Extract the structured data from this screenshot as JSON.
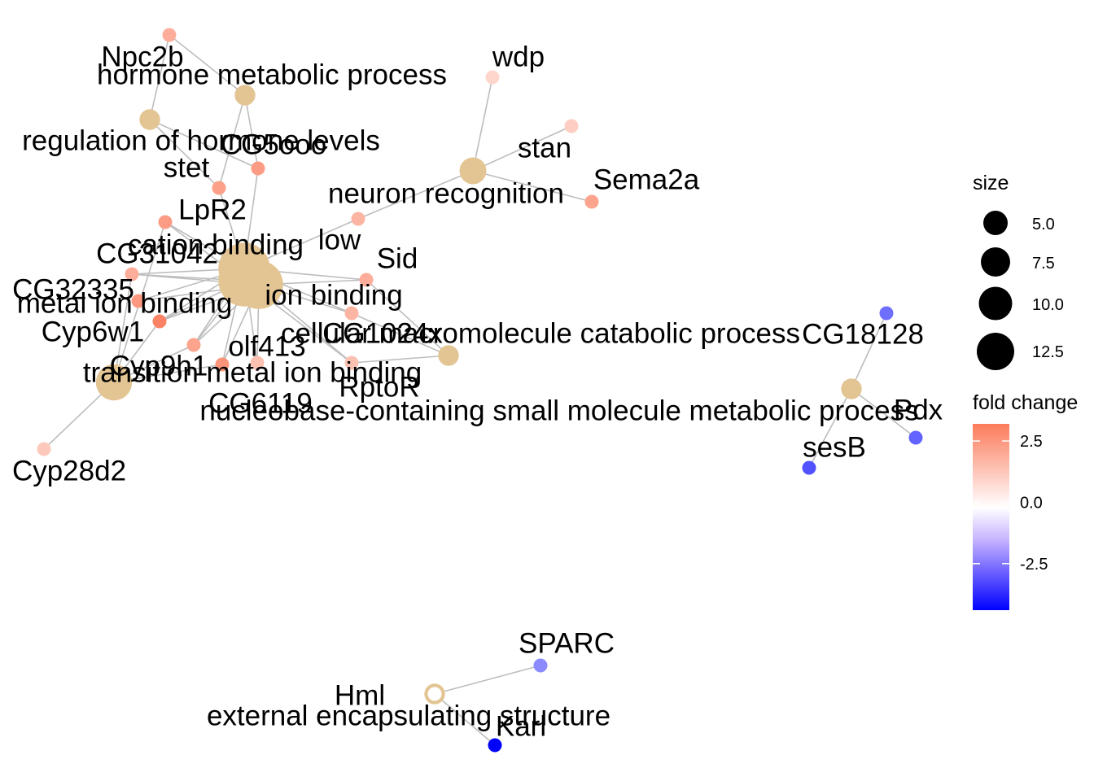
{
  "colors": {
    "term_node": "#e3c594",
    "edge": "#bdbdbd",
    "fold_change_high": "#fb7b5b",
    "fold_change_mid": "#ffffff",
    "fold_change_low": "#0000ff"
  },
  "terms": [
    {
      "id": "cation",
      "label": "cation binding",
      "size": 13
    },
    {
      "id": "metal",
      "label": "metal ion binding",
      "size": 12
    },
    {
      "id": "ion",
      "label": "ion binding",
      "size": 13
    },
    {
      "id": "transition",
      "label": "transition metal ion binding",
      "size": 8
    },
    {
      "id": "hormone_met",
      "label": "hormone metabolic process",
      "size": 3
    },
    {
      "id": "reg_hormone",
      "label": "regulation of hormone levels",
      "size": 3
    },
    {
      "id": "neuron",
      "label": "neuron recognition",
      "size": 5
    },
    {
      "id": "cell_macro",
      "label": "cellular macromolecule catabolic process",
      "size": 3
    },
    {
      "id": "nucleobase",
      "label": "nucleobase-containing small molecule metabolic process",
      "size": 3
    },
    {
      "id": "external",
      "label": "external encapsulating structure",
      "size": 3
    }
  ],
  "genes": [
    {
      "id": "Npc2b",
      "label": "Npc2b",
      "fc": 2.0
    },
    {
      "id": "CG5xxx",
      "label": "CG5ooo",
      "fc": 2.4
    },
    {
      "id": "stet",
      "label": "stet",
      "fc": 2.3
    },
    {
      "id": "LpR2",
      "label": "LpR2",
      "fc": 2.4
    },
    {
      "id": "CG31042",
      "label": "CG31042",
      "fc": 2.0
    },
    {
      "id": "CG32335",
      "label": "CG32335",
      "fc": 2.5
    },
    {
      "id": "Cyp6w1",
      "label": "Cyp6w1",
      "fc": 3.0
    },
    {
      "id": "Cyp9h1",
      "label": "Cyp9h1",
      "fc": 2.2
    },
    {
      "id": "Cyp28d2",
      "label": "Cyp28d2",
      "fc": 1.3
    },
    {
      "id": "CG6119",
      "label": "CG6119",
      "fc": 2.6
    },
    {
      "id": "olf413",
      "label": "olf413",
      "fc": 1.5
    },
    {
      "id": "CG1024x",
      "label": "CG1024x",
      "fc": 1.8
    },
    {
      "id": "RptoR",
      "label": "RptoR",
      "fc": 1.5
    },
    {
      "id": "Sid",
      "label": "Sid",
      "fc": 2.0
    },
    {
      "id": "low",
      "label": "low",
      "fc": 1.8
    },
    {
      "id": "wdp",
      "label": "wdp",
      "fc": 1.0
    },
    {
      "id": "stan",
      "label": "stan",
      "fc": 1.2
    },
    {
      "id": "Sema2a",
      "label": "Sema2a",
      "fc": 2.2
    },
    {
      "id": "CG18128",
      "label": "CG18128",
      "fc": -2.5
    },
    {
      "id": "Pdx",
      "label": "Pdx",
      "fc": -2.7
    },
    {
      "id": "sesB",
      "label": "sesB",
      "fc": -3.0
    },
    {
      "id": "SPARC",
      "label": "SPARC",
      "fc": -2.0
    },
    {
      "id": "Hml",
      "label": "Hml",
      "fc": 0.0
    },
    {
      "id": "Karl",
      "label": "Karl",
      "fc": -4.4
    }
  ],
  "legend": {
    "size_title": "size",
    "size_ticks": [
      "5.0",
      "7.5",
      "10.0",
      "12.5"
    ],
    "color_title": "fold change",
    "color_ticks": [
      "2.5",
      "0.0",
      "-2.5"
    ],
    "color_tick_values": [
      2.5,
      0.0,
      -2.5
    ],
    "color_range": [
      -4.4,
      3.2
    ]
  }
}
